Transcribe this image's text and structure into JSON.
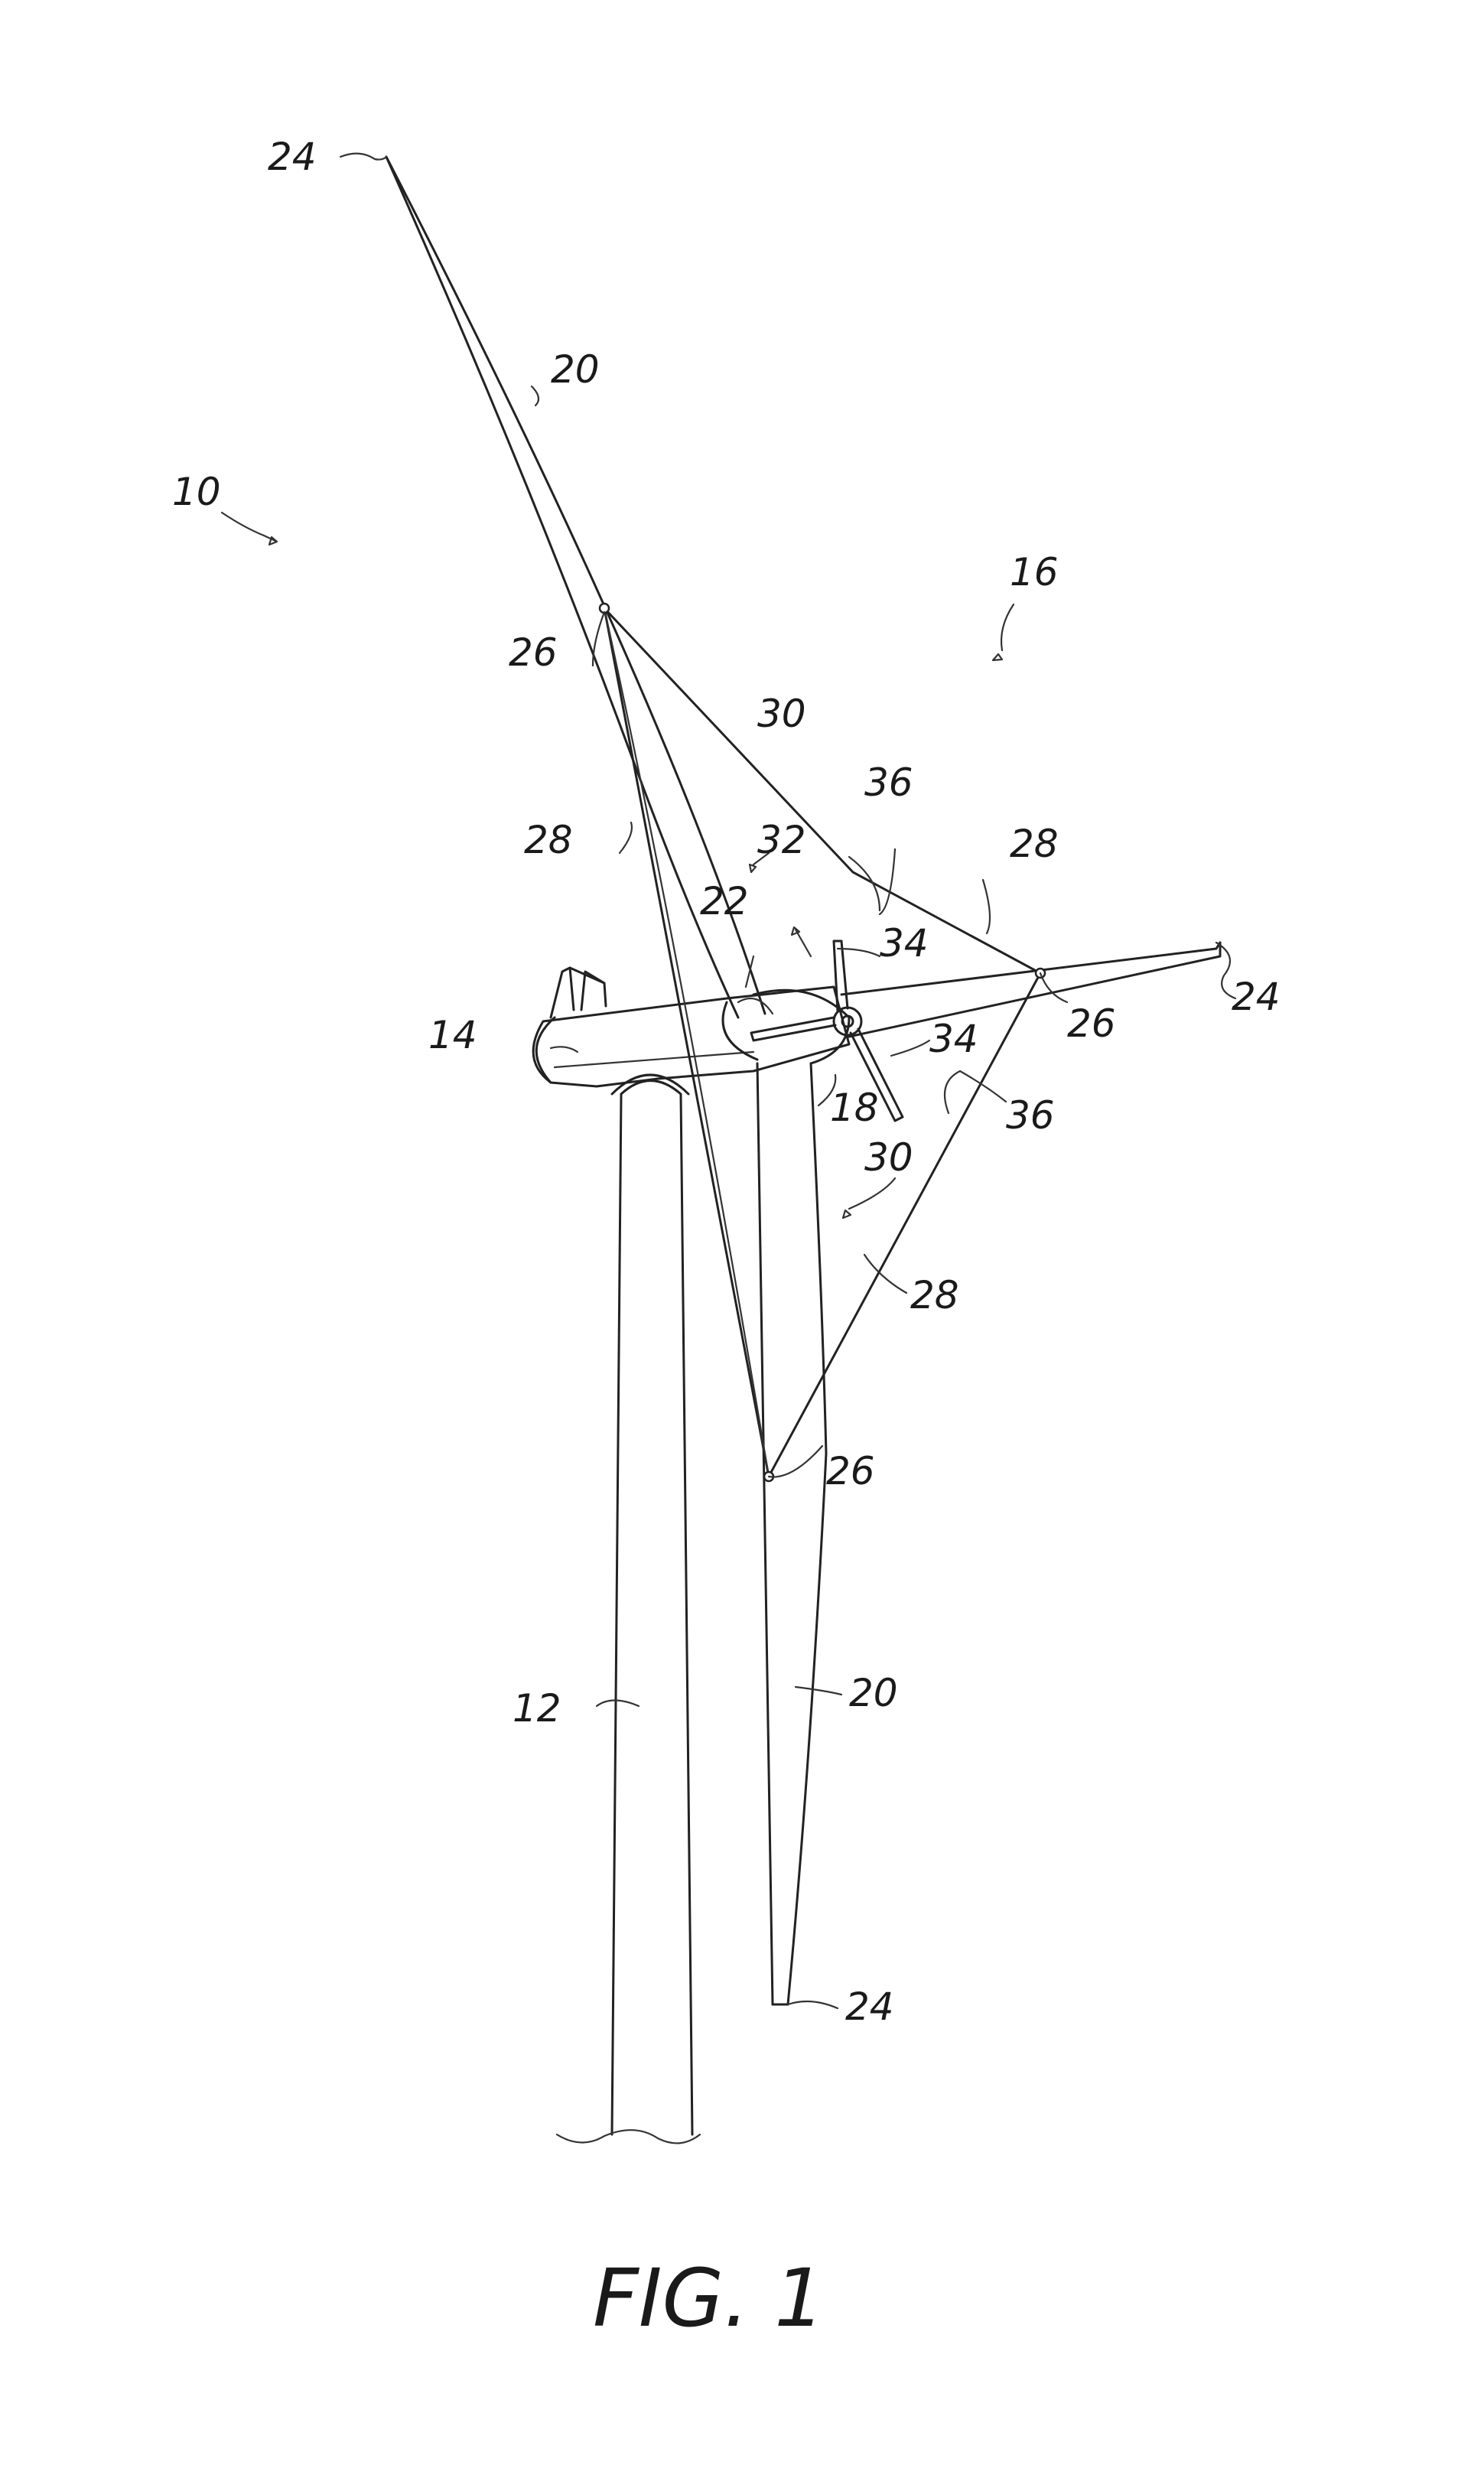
{
  "figure": {
    "caption": "FIG. 1",
    "labels": {
      "ref_10": "10",
      "ref_12": "12",
      "ref_14": "14",
      "ref_16": "16",
      "ref_18": "18",
      "ref_20_upper": "20",
      "ref_20_lower": "20",
      "ref_22": "22",
      "ref_24_top": "24",
      "ref_24_right": "24",
      "ref_24_bottom": "24",
      "ref_26_upper": "26",
      "ref_26_right": "26",
      "ref_26_lower": "26",
      "ref_28_left": "28",
      "ref_28_upper_right": "28",
      "ref_28_lower_right": "28",
      "ref_30_upper": "30",
      "ref_30_lower": "30",
      "ref_32": "32",
      "ref_34_upper": "34",
      "ref_34_lower": "34",
      "ref_36_upper": "36",
      "ref_36_lower": "36"
    },
    "line_color": "#222222",
    "background": "#ffffff"
  }
}
